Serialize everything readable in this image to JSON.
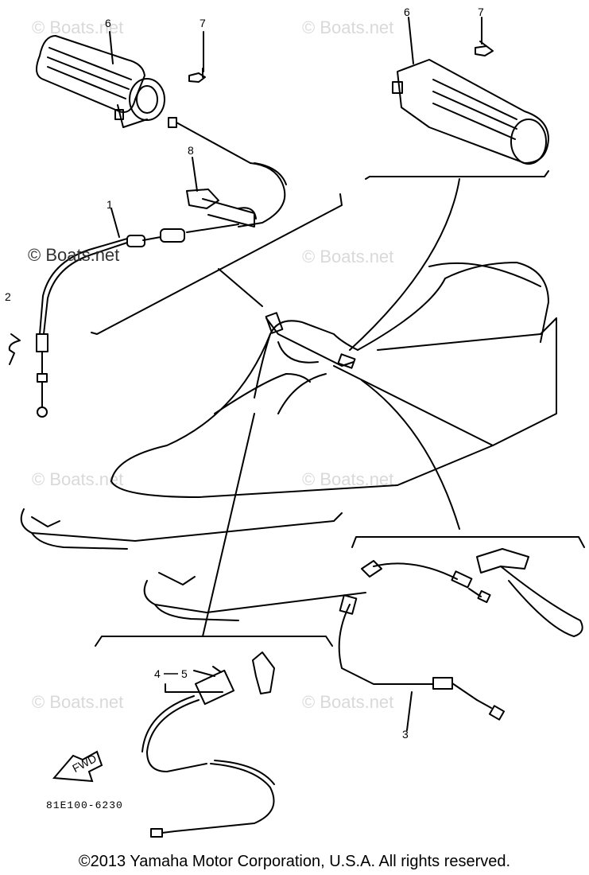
{
  "callouts": {
    "c1": "1",
    "c2": "2",
    "c3": "3",
    "c4": "4",
    "c5": "5",
    "c6a": "6",
    "c6b": "6",
    "c7a": "7",
    "c7b": "7",
    "c8": "8"
  },
  "direction_label": "FWD",
  "part_code": "81E100-6230",
  "watermarks": {
    "main": "© Boats.net",
    "faint": "© Boats.net"
  },
  "copyright": "©2013 Yamaha Motor Corporation, U.S.A. All rights reserved.",
  "colors": {
    "ink": "#000000",
    "watermark": "#d9d9d9",
    "paper": "#ffffff"
  }
}
